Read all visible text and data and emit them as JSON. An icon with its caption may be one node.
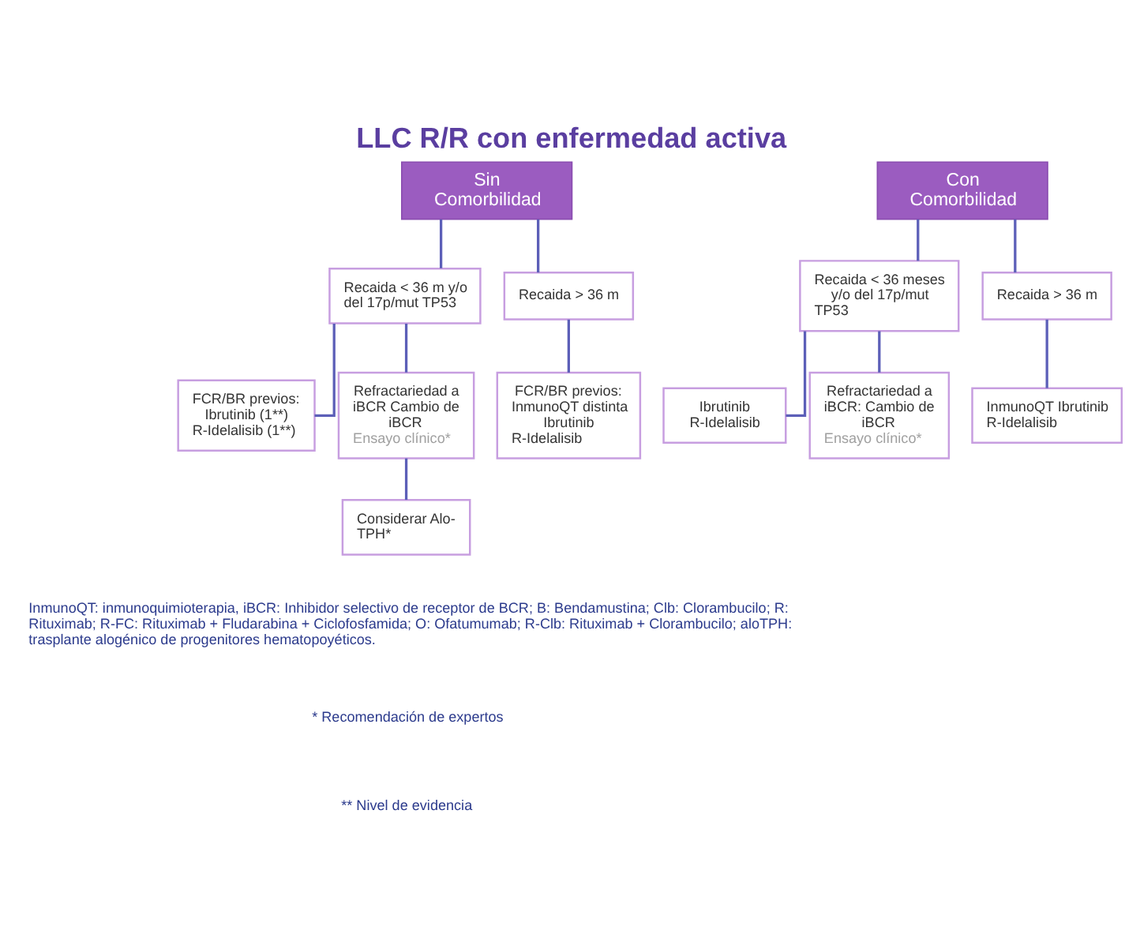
{
  "diagram": {
    "title": "LLC R/R con enfermedad activa",
    "nodes": [
      {
        "text": [
          "Sin Comorbilidad"
        ]
      },
      {
        "text": [
          "Con Comorbilidad"
        ]
      },
      {
        "text": [
          "Recaida < 36 m y/o del 17p/mut TP53"
        ]
      },
      {
        "text": [
          "Recaida > 36 m"
        ]
      },
      {
        "text": [
          "FCR/BR previos: Ibrutinib (1**) R-Idelalisib (1**)"
        ]
      },
      {
        "text": [
          "Refractariedad a iBCR Cambio de iBCR",
          "Ensayo clínico*"
        ]
      },
      {
        "text": [
          "Considerar Alo-TPH*"
        ]
      },
      {
        "text": [
          "FCR/BR previos: InmunoQT distinta Ibrutinib R-Idelalisib"
        ]
      },
      {
        "text": [
          "Recaida < 36 meses y/o del 17p/mut TP53"
        ]
      },
      {
        "text": [
          "Recaida > 36 m"
        ]
      },
      {
        "text": [
          "Ibrutinib R-Idelalisib"
        ]
      },
      {
        "text": [
          "Refractariedad a iBCR: Cambio de iBCR",
          "Ensayo clínico*"
        ]
      },
      {
        "text": [
          "InmunoQT Ibrutinib R-Idelalisib"
        ]
      }
    ],
    "edges": [
      {
        "from": 0,
        "to": 2,
        "arrow": "none"
      },
      {
        "from": 0,
        "to": 3,
        "arrow": "none"
      },
      {
        "from": 2,
        "to": 4,
        "arrow": "none"
      },
      {
        "from": 2,
        "to": 5,
        "arrow": "none"
      },
      {
        "from": 5,
        "to": 6,
        "arrow": "none"
      },
      {
        "from": 3,
        "to": 7,
        "arrow": "none"
      },
      {
        "from": 1,
        "to": 8,
        "arrow": "none"
      },
      {
        "from": 1,
        "to": 9,
        "arrow": "none"
      },
      {
        "from": 8,
        "to": 10,
        "arrow": "none"
      },
      {
        "from": 8,
        "to": 11,
        "arrow": "none"
      },
      {
        "from": 9,
        "to": 12,
        "arrow": "none"
      }
    ],
    "labels": [
      "InmunoQT: inmunoquimioterapia, iBCR: Inhibidor selectivo de receptor de BCR; B: Bendamustina; Clb: Clorambucilo; R: Rituximab; R-FC: Rituximab + Fludarabina + Ciclofosfamida; O: Ofatumumab; R-Clb: Rituximab + Clorambucilo; aloTPH: trasplante alogénico de progenitores hematopoyéticos.",
      "* Recomendación de expertos",
      "** Nivel de evidencia"
    ]
  }
}
